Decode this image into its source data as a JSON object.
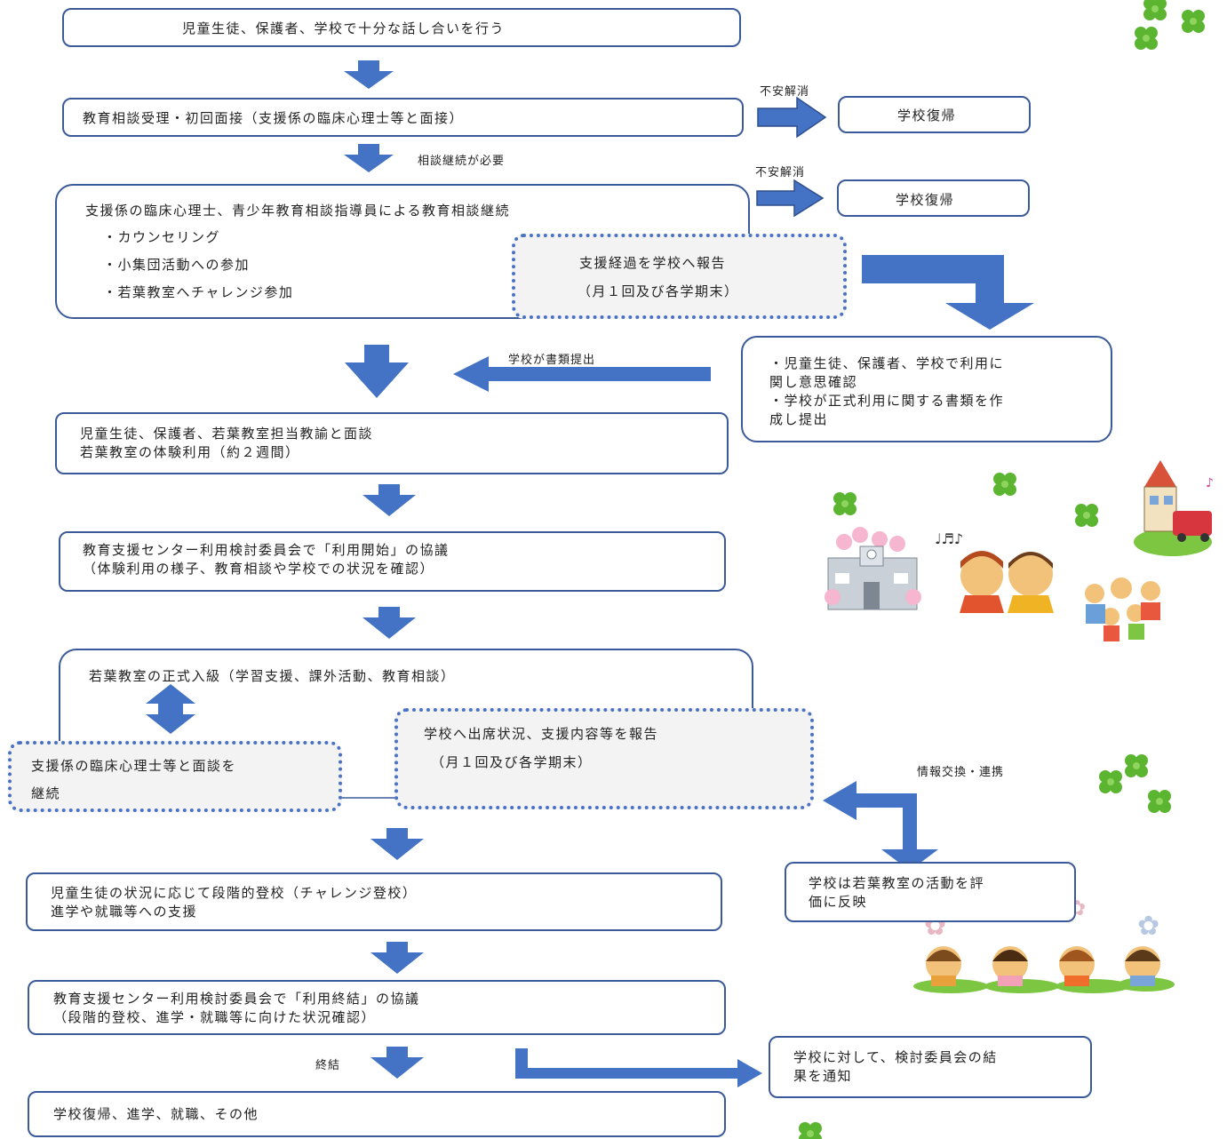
{
  "steps": {
    "s1": "児童生徒、保護者、学校で十分な話し合いを行う",
    "s2": "教育相談受理・初回面接（支援係の臨床心理士等と面接）",
    "s3": "支援係の臨床心理士、青少年教育相談指導員による教育相談継続",
    "s3_items": [
      "・カウンセリング",
      "・小集団活動への参加",
      "・若葉教室へチャレンジ参加"
    ],
    "s4_line1": "児童生徒、保護者、若葉教室担当教諭と面談",
    "s4_line2": "若葉教室の体験利用（約２週間）",
    "s5_line1": "教育支援センター利用検討委員会で「利用開始」の協議",
    "s5_line2": "（体験利用の様子、教育相談や学校での状況を確認）",
    "s6": "若葉教室の正式入級（学習支援、課外活動、教育相談）",
    "s7_line1": "児童生徒の状況に応じて段階的登校（チャレンジ登校）",
    "s7_line2": "進学や就職等への支援",
    "s8_line1": "教育支援センター利用検討委員会で「利用終結」の協議",
    "s8_line2": "（段階的登校、進学・就職等に向けた状況確認）",
    "s9": "学校復帰、進学、就職、その他"
  },
  "side": {
    "anxiety_resolved_1": "不安解消",
    "return_school_1": "学校復帰",
    "anxiety_resolved_2": "不安解消",
    "return_school_2": "学校復帰",
    "need_continue": "相談継続が必要",
    "report_line1": "支援経過を学校へ報告",
    "report_line2": "（月１回及び各学期末）",
    "confirm_line1": "・児童生徒、保護者、学校で利用に",
    "confirm_line2": "関し意思確認",
    "confirm_line3": "・学校が正式利用に関する書類を作",
    "confirm_line4": "成し提出",
    "school_submits": "学校が書類提出",
    "continue_interview_line1": "支援係の臨床心理士等と面談を",
    "continue_interview_line2": "継続",
    "attendance_line1": "学校へ出席状況、支援内容等を報告",
    "attendance_line2": "（月１回及び各学期末）",
    "info_exchange": "情報交換・連携",
    "evaluation_line1": "学校は若葉教室の活動を評",
    "evaluation_line2": "価に反映",
    "conclusion": "終結",
    "notify_line1": "学校に対して、検討委員会の結",
    "notify_line2": "果を通知"
  },
  "colors": {
    "arrow": "#4472c4",
    "border": "#3b5a9a",
    "dotted": "#4a72c4",
    "clover": "#5cb531"
  },
  "illustrations": [
    "clover-decoration",
    "school-building",
    "children-singing",
    "house-and-truck",
    "family-group",
    "children-row"
  ]
}
